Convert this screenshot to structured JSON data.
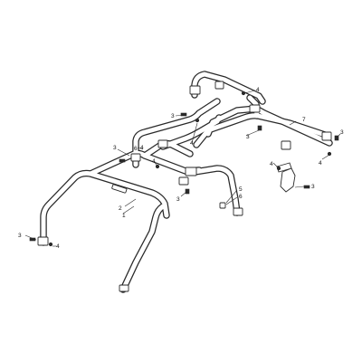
{
  "diagram": {
    "callouts": [
      {
        "id": "c1",
        "text": "1"
      },
      {
        "id": "c2",
        "text": "2"
      },
      {
        "id": "c3a",
        "text": "3"
      },
      {
        "id": "c3b",
        "text": "3"
      },
      {
        "id": "c3c",
        "text": "3"
      },
      {
        "id": "c3d",
        "text": "3"
      },
      {
        "id": "c3e",
        "text": "3"
      },
      {
        "id": "c3f",
        "text": "3"
      },
      {
        "id": "c3g",
        "text": "3"
      },
      {
        "id": "c4a",
        "text": "4"
      },
      {
        "id": "c4b",
        "text": "4"
      },
      {
        "id": "c4c",
        "text": "4"
      },
      {
        "id": "c4d",
        "text": "4"
      },
      {
        "id": "c4e",
        "text": "4"
      },
      {
        "id": "c4f",
        "text": "4"
      },
      {
        "id": "c4g",
        "text": "4"
      },
      {
        "id": "c5",
        "text": "5"
      },
      {
        "id": "c6a",
        "text": "6"
      },
      {
        "id": "c6b",
        "text": "6"
      },
      {
        "id": "c7",
        "text": "7"
      }
    ]
  }
}
